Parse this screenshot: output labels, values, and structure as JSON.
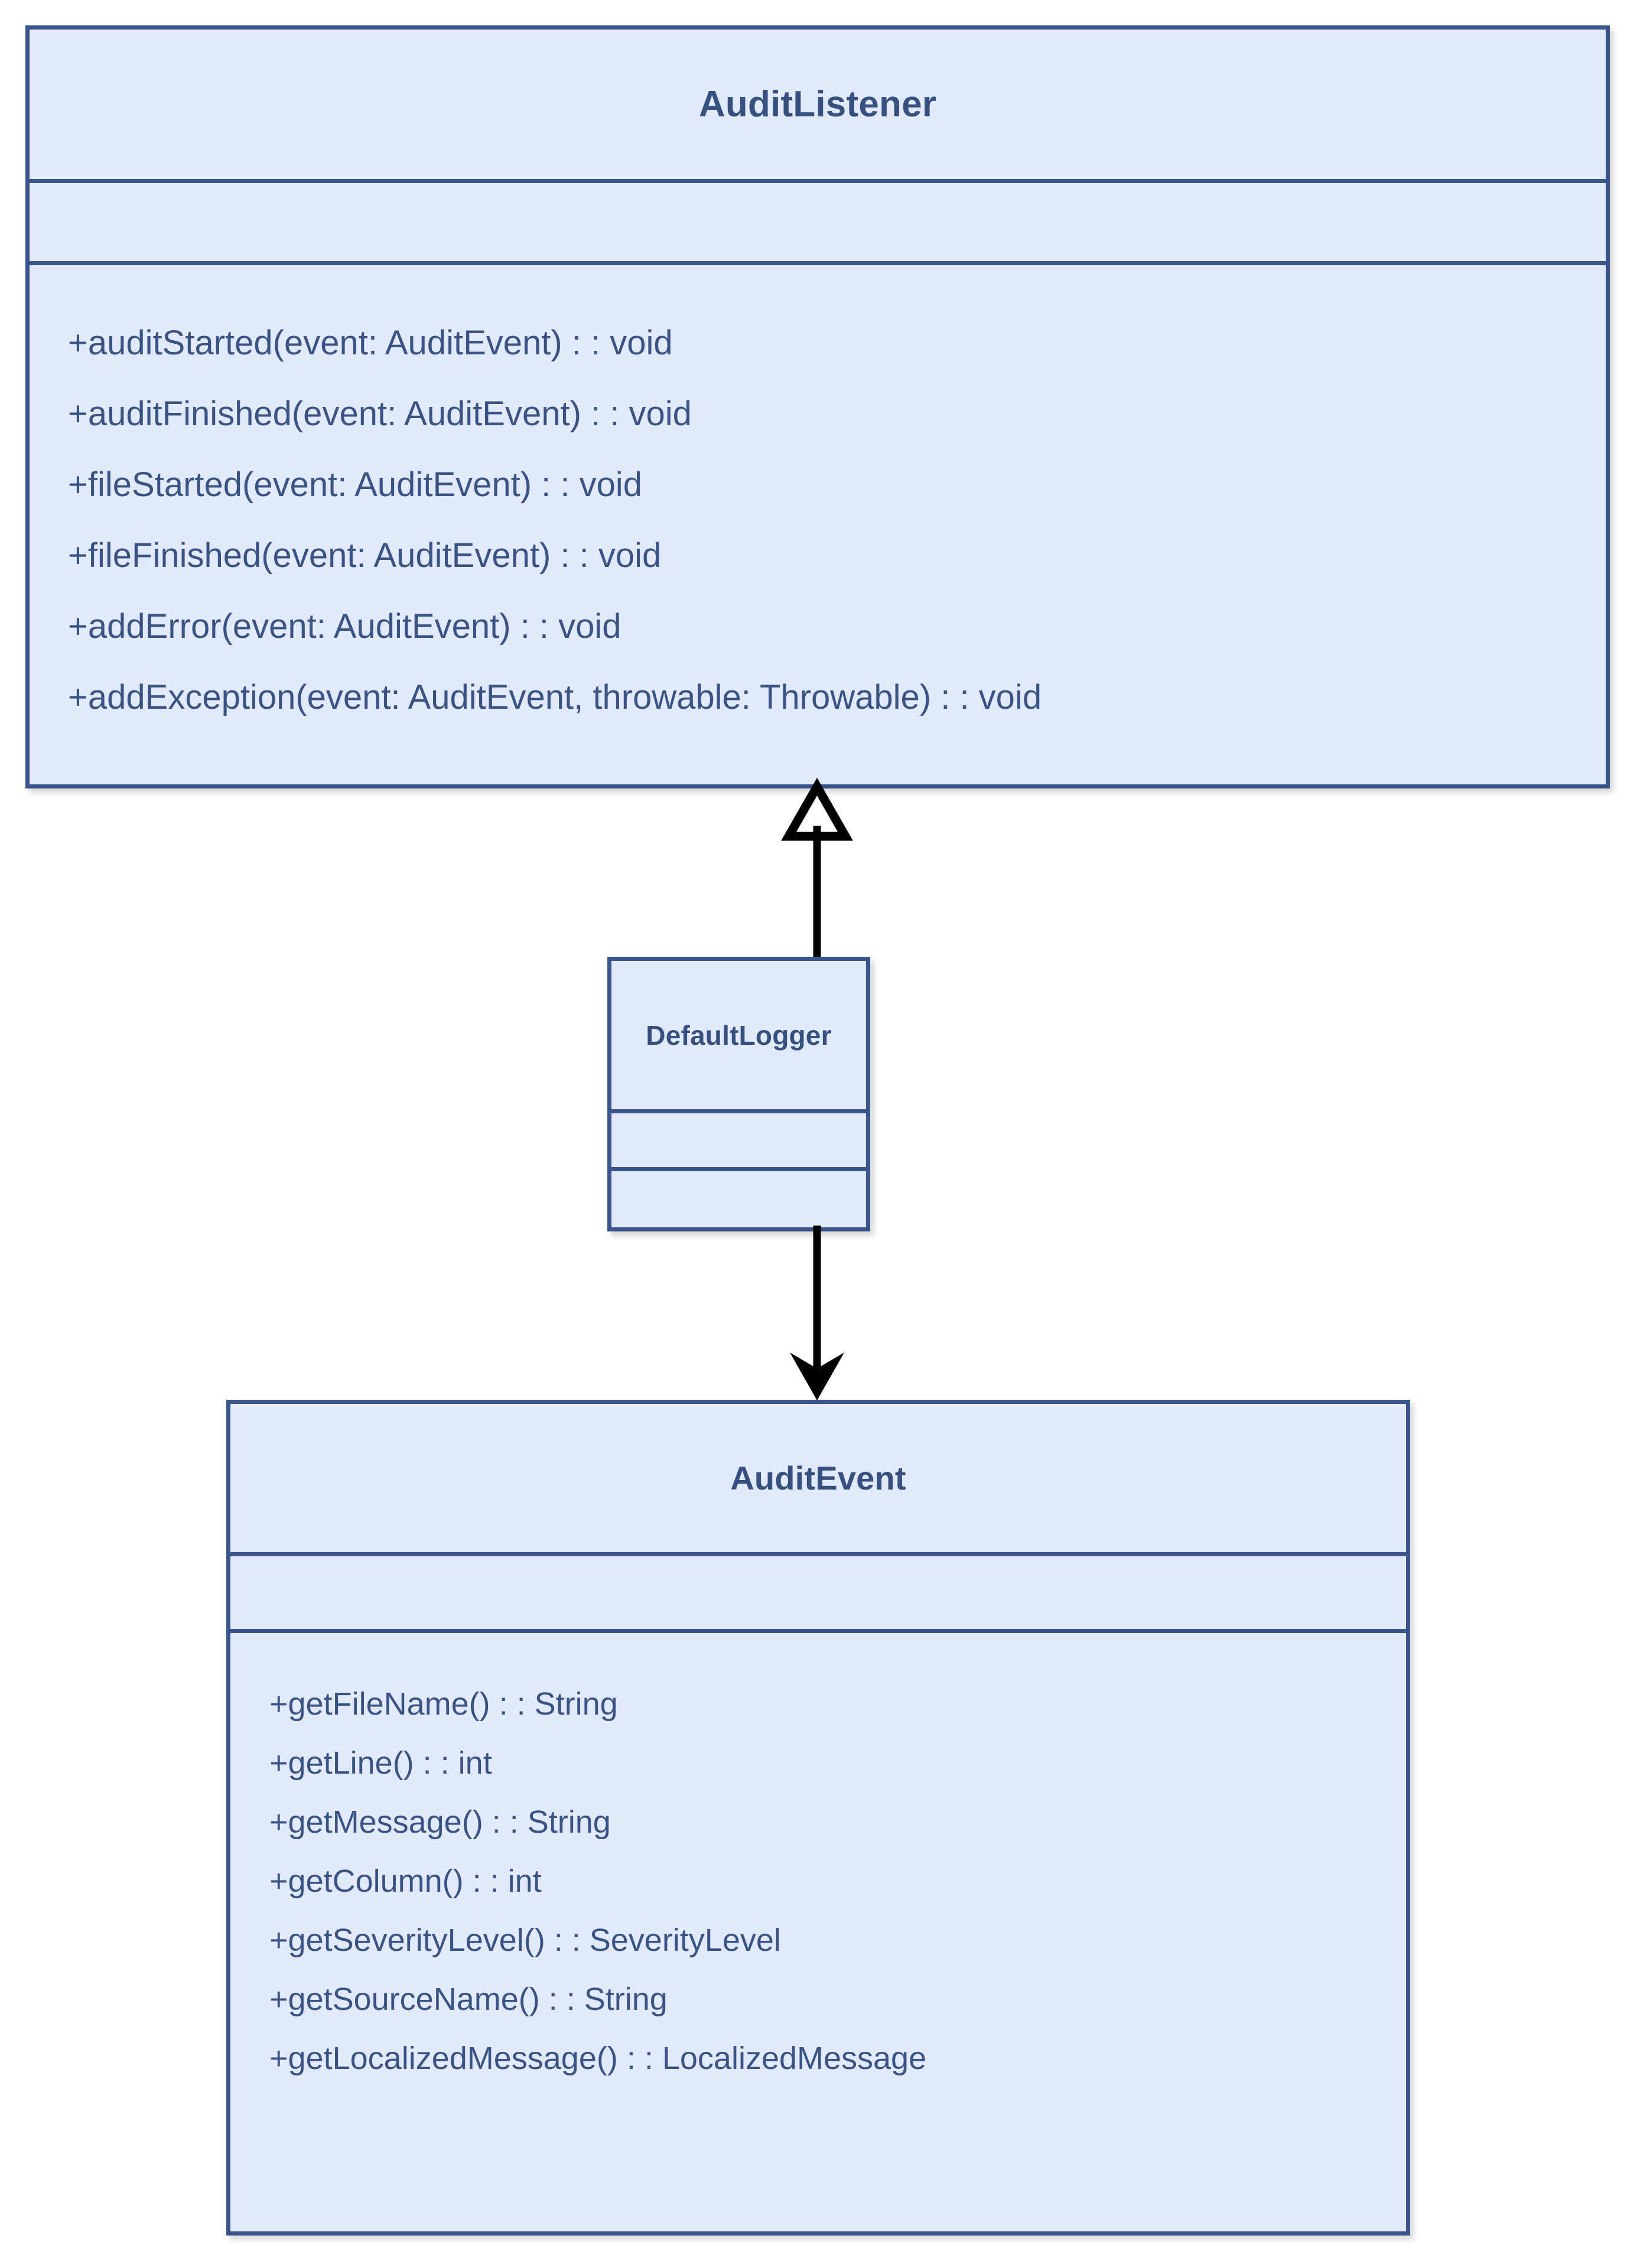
{
  "diagram": {
    "type": "uml-class-diagram",
    "background_color": "#ffffff",
    "class_fill_color": "#e2e9fa",
    "class_border_color": "#39558c",
    "text_color": "#3a5385",
    "title_color": "#36507f",
    "connector_color": "#000000"
  },
  "classes": {
    "audit_listener": {
      "name": "AuditListener",
      "attributes": [],
      "operations": [
        "+auditStarted(event: AuditEvent) : : void",
        "+auditFinished(event: AuditEvent) : : void",
        "+fileStarted(event: AuditEvent) : : void",
        "+fileFinished(event: AuditEvent) : : void",
        "+addError(event: AuditEvent) : : void",
        "+addException(event: AuditEvent, throwable: Throwable) : : void"
      ]
    },
    "default_logger": {
      "name": "DefaultLogger",
      "attributes": [],
      "operations": []
    },
    "audit_event": {
      "name": "AuditEvent",
      "attributes": [],
      "operations": [
        "+getFileName() : : String",
        "+getLine() : : int",
        "+getMessage() : : String",
        "+getColumn() : : int",
        "+getSeverityLevel() : : SeverityLevel",
        "+getSourceName() : : String",
        "+getLocalizedMessage() : : LocalizedMessage"
      ]
    }
  },
  "relationships": [
    {
      "id": "generalization",
      "kind": "generalization",
      "arrow": "hollow-triangle-up",
      "from": "DefaultLogger",
      "to": "AuditListener",
      "label": ""
    },
    {
      "id": "association",
      "kind": "association",
      "arrow": "solid-arrow-down",
      "from": "DefaultLogger",
      "to": "AuditEvent",
      "label": ""
    }
  ]
}
